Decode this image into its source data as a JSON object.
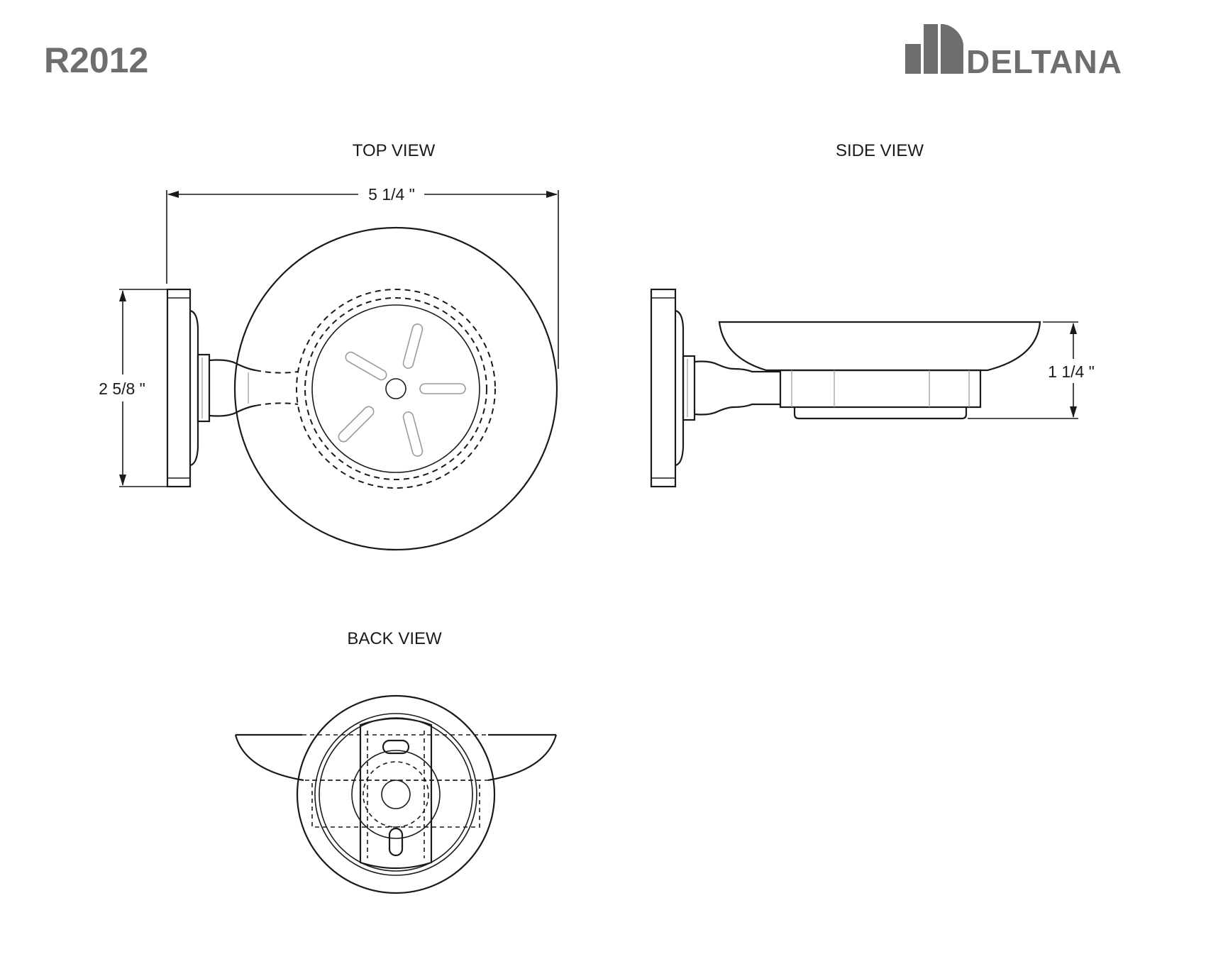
{
  "header": {
    "model_number": "R2012",
    "brand_logo": {
      "icon": "deltana-building-icon",
      "wordmark": "DELTANA",
      "color": "#6e6e6e"
    }
  },
  "views": {
    "top": {
      "title": "TOP VIEW",
      "width_dimension": "5 1/4 \"",
      "height_dimension": "2 5/8 \""
    },
    "side": {
      "title": "SIDE VIEW",
      "height_dimension": "1 1/4 \""
    },
    "back": {
      "title": "BACK VIEW"
    }
  },
  "colors": {
    "line": "#1a1a1a",
    "logo": "#6e6e6e"
  }
}
